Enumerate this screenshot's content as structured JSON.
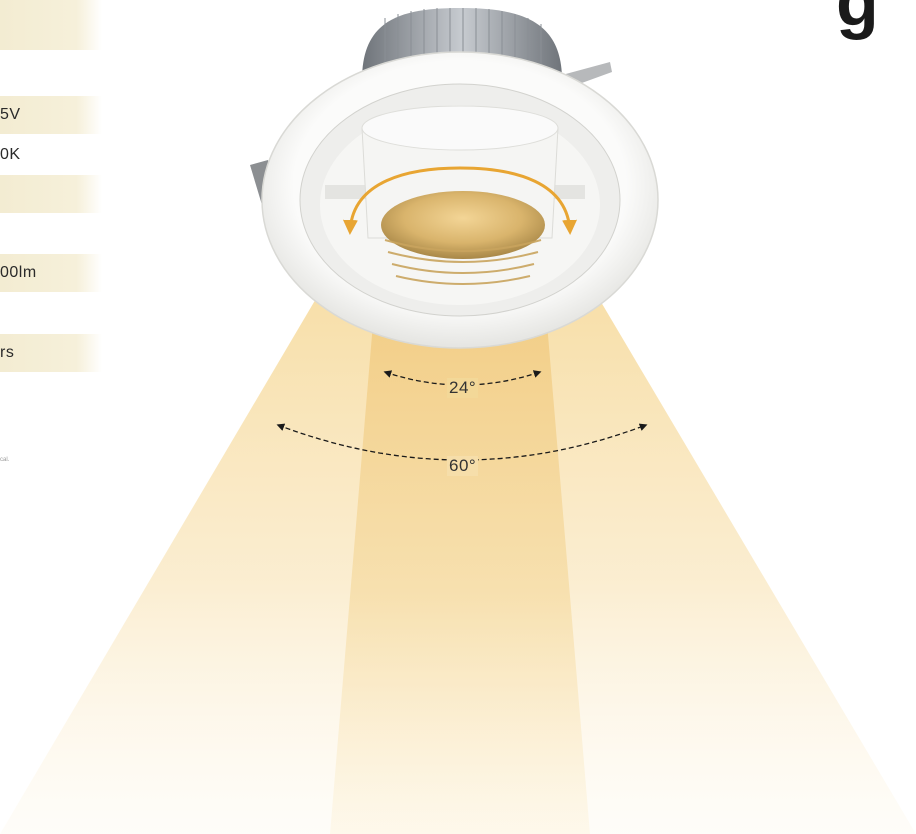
{
  "specs": {
    "voltage_fragment": "5V",
    "cct_fragment": "0K",
    "lumen_fragment": "00lm",
    "life_fragment": "rs",
    "note_fragment": "cal."
  },
  "brand_fragment": "g",
  "beam": {
    "narrow_label": "24°",
    "wide_label": "60°"
  },
  "colors": {
    "beam_warm": "#f7dfa3",
    "beam_core": "#f2cf82",
    "spec_bar": "#f3ecd2",
    "rotation_arrow": "#e8a532",
    "housing": "#f4f4f2",
    "heatsink": "#a9adb2"
  },
  "icons": {
    "product": "recessed-downlight",
    "narrow_angle": "double-arrow-arc",
    "wide_angle": "double-arrow-arc",
    "rotation": "rotation-arrow-icon"
  }
}
